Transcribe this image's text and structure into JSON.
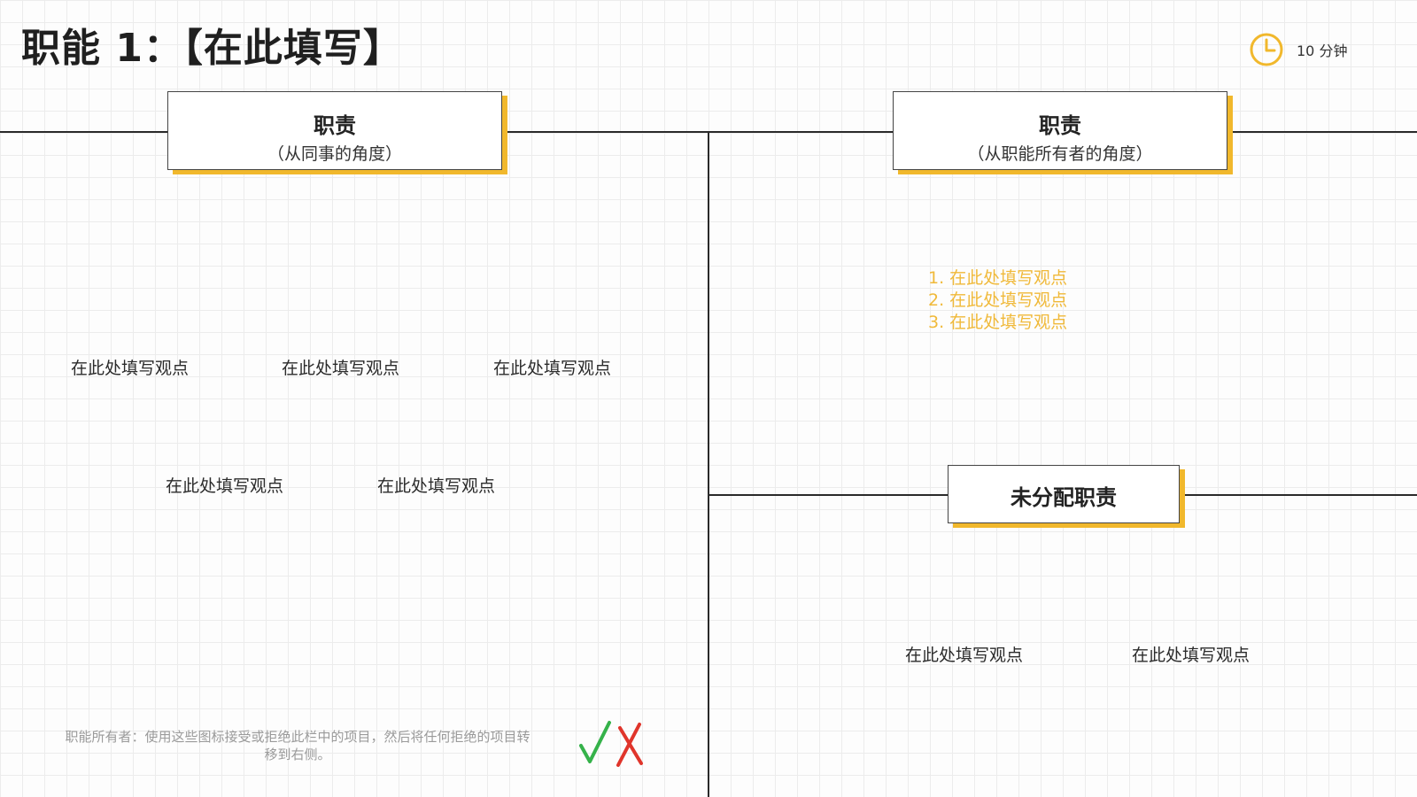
{
  "header": {
    "title": "职能 1：【在此填写】",
    "timer": "10 分钟"
  },
  "left_card": {
    "title": "职责",
    "subtitle": "（从同事的角度）"
  },
  "right_card": {
    "title": "职责",
    "subtitle": "（从职能所有者的角度）"
  },
  "unassigned_card": {
    "title": "未分配职责"
  },
  "left_notes": [
    "在此处填写观点",
    "在此处填写观点",
    "在此处填写观点",
    "在此处填写观点",
    "在此处填写观点"
  ],
  "right_list": [
    "1. 在此处填写观点",
    "2. 在此处填写观点",
    "3. 在此处填写观点"
  ],
  "bottom_notes": [
    "在此处填写观点",
    "在此处填写观点"
  ],
  "footer": {
    "line1": "职能所有者：使用这些图标接受或拒绝此栏中的项目，然后将任何拒绝的项目转",
    "line2": "移到右侧。"
  },
  "colors": {
    "accent": "#f1b82c",
    "check": "#35b24a",
    "cross": "#e0352b"
  },
  "icons": {
    "timer": "clock-icon",
    "accept": "check-icon",
    "reject": "cross-icon"
  }
}
